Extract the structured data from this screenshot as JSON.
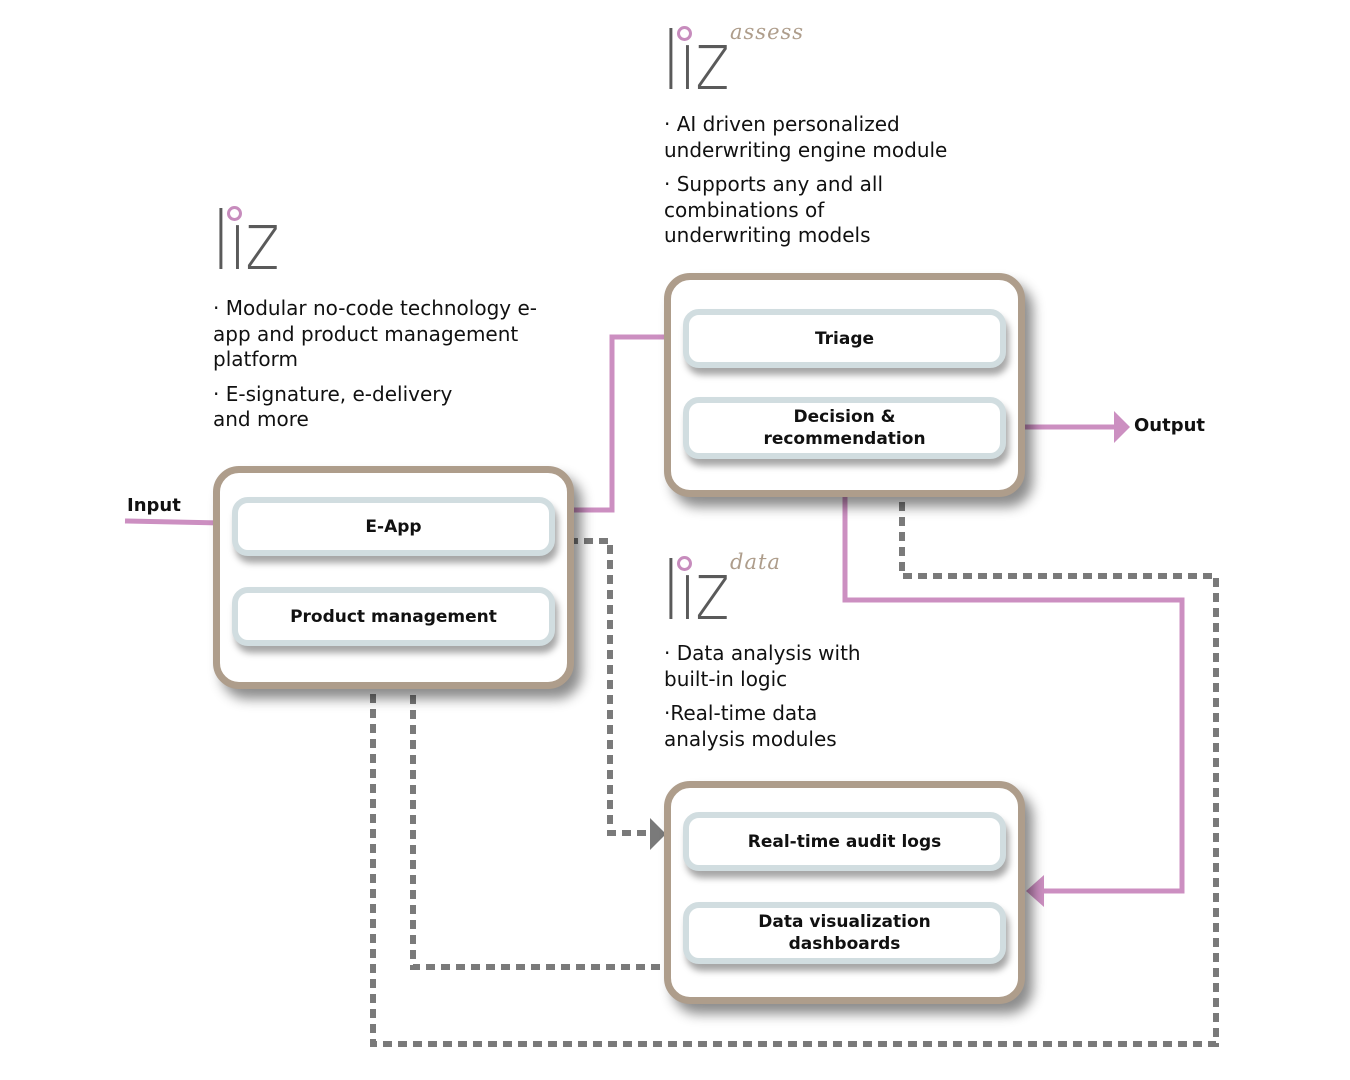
{
  "colors": {
    "module_border": "#ae9d8b",
    "submodule_border": "#d1dde0",
    "primary_flow": "#cc8fc1",
    "secondary_flow": "#7a7a7a",
    "logo_text": "#5a5a5a",
    "logo_dot": "#c78cbd",
    "logo_suffix": "#ae9d8b"
  },
  "liz": {
    "logo_text": "liz",
    "logo_suffix": "",
    "bullets": [
      "· Modular no-code technology e-app and product management platform",
      "· E-signature, e-delivery and more"
    ],
    "modules": [
      "E-App",
      "Product management"
    ]
  },
  "liz_assess": {
    "logo_text": "liz",
    "logo_suffix": "assess",
    "bullets": [
      "· AI driven personalized underwriting engine module",
      "· Supports any and all combinations of underwriting models"
    ],
    "modules": [
      "Triage",
      "Decision & recommendation"
    ]
  },
  "liz_data": {
    "logo_text": "liz",
    "logo_suffix": "data",
    "bullets": [
      "· Data analysis with built-in logic",
      "·Real-time data analysis modules"
    ],
    "modules": [
      "Real-time audit logs",
      "Data visualization dashboards"
    ]
  },
  "flow_labels": {
    "input": "Input",
    "output": "Output"
  }
}
